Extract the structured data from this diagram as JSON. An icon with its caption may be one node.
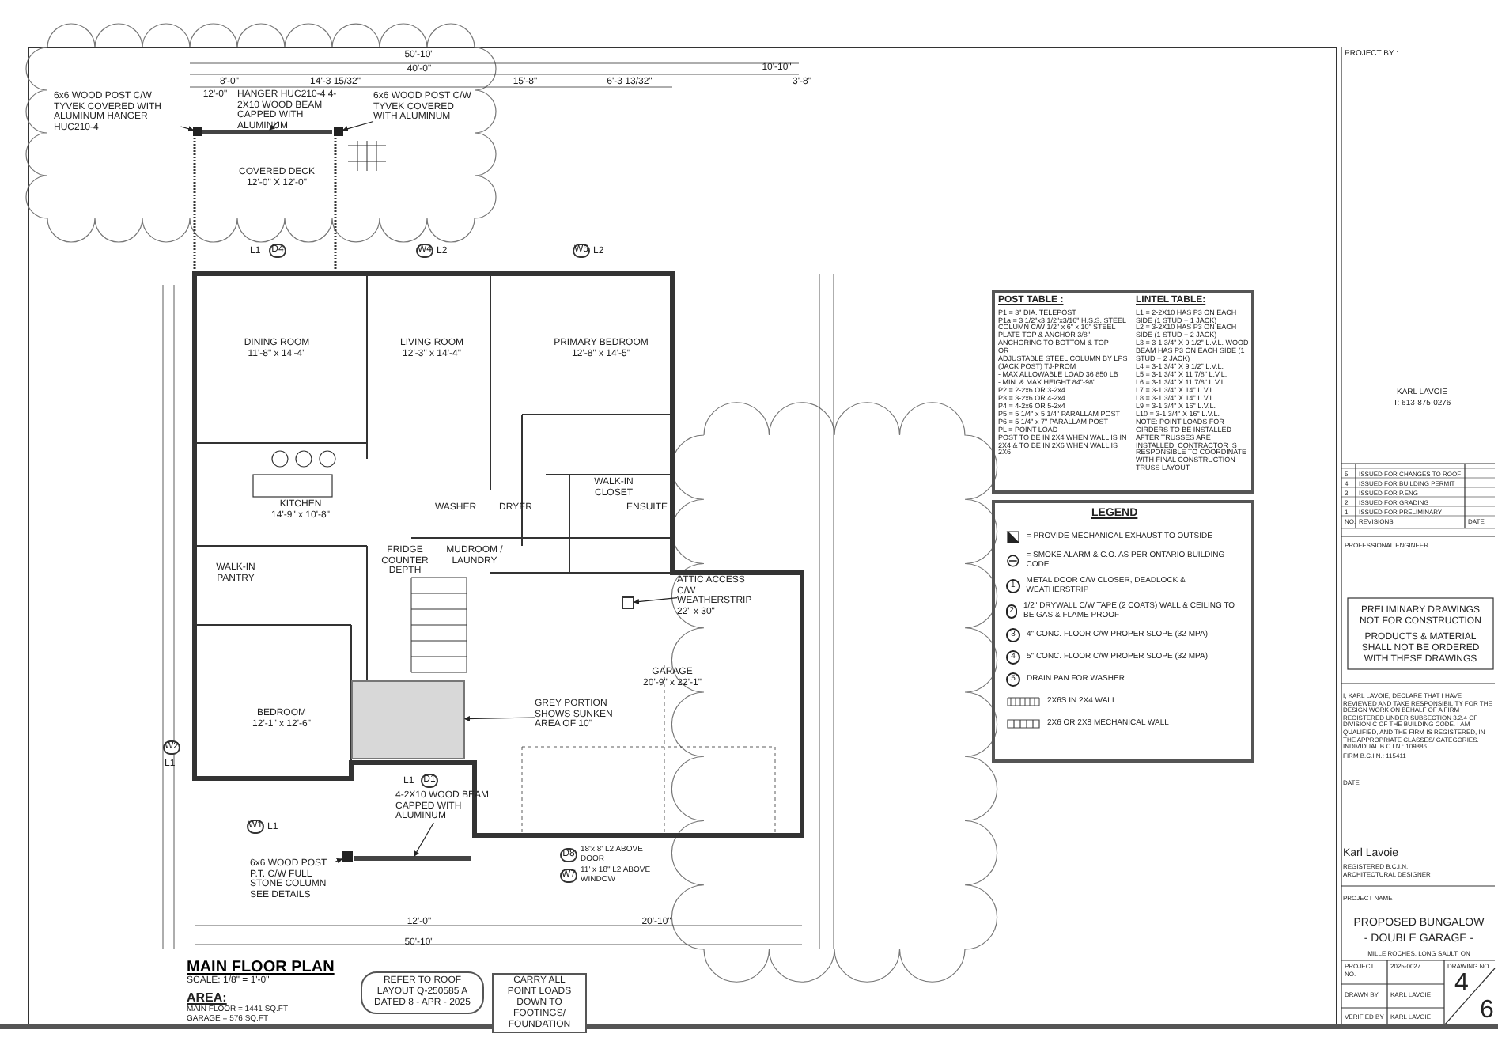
{
  "diagram": {
    "title": "MAIN FLOOR PLAN",
    "nodes": [
      {
        "text": [
          "6x6 WOOD POST C/W TYVEK COVERED WITH ALUMINUM HANGER HUC210-4"
        ]
      },
      {
        "text": [
          "HANGER HUC210-4 4-2X10 WOOD BEAM CAPPED WITH ALUMINUM"
        ]
      },
      {
        "text": [
          "6x6 WOOD POST C/W TYVEK COVERED WITH ALUMINUM"
        ]
      },
      {
        "text": [],
        "shape": "box"
      },
      {
        "text": [],
        "shape": "bar"
      },
      {
        "text": [],
        "shape": "box"
      },
      {
        "text": [
          "COVERED DECK",
          "12'-0\" X 12'-0\""
        ]
      },
      {
        "text": [
          "DINING ROOM",
          "11'-8\" x 14'-4\""
        ]
      },
      {
        "text": [
          "LIVING ROOM",
          "12'-3\" x 14'-4\""
        ]
      },
      {
        "text": [
          "PRIMARY BEDROOM",
          "12'-8\" x 14'-5\""
        ]
      },
      {
        "text": [
          "KITCHEN",
          "14'-9\" x 10'-8\""
        ]
      },
      {
        "text": [
          "WALK-IN CLOSET"
        ]
      },
      {
        "text": [
          "WALK-IN PANTRY"
        ]
      },
      {
        "text": [
          "FRIDGE COUNTER DEPTH"
        ]
      },
      {
        "text": [
          "WASHER"
        ]
      },
      {
        "text": [
          "DRYER"
        ]
      },
      {
        "text": [
          "MUDROOM / LAUNDRY"
        ]
      },
      {
        "text": [
          "ENSUITE"
        ]
      },
      {
        "text": [
          "ATTIC ACCESS C/W WEATHERSTRIP 22\" x 30\""
        ]
      },
      {
        "text": [],
        "shape": "box"
      },
      {
        "text": [
          "BEDROOM",
          "12'-1\" x 12'-6\""
        ]
      },
      {
        "text": [
          "GREY PORTION SHOWS SUNKEN AREA OF 10\""
        ]
      },
      {
        "text": [],
        "shape": "box"
      },
      {
        "text": [
          "GARAGE",
          "20'-9\" x 22'-1\""
        ]
      },
      {
        "text": [
          "4-2X10 WOOD BEAM CAPPED WITH ALUMINUM"
        ]
      },
      {
        "text": [],
        "shape": "bar"
      },
      {
        "text": [
          "6x6 WOOD POST P.T. C/W FULL STONE COLUMN SEE DETAILS"
        ]
      },
      {
        "text": [],
        "shape": "box"
      }
    ],
    "edges": [
      {
        "from": 0,
        "to": 3,
        "arrow": "to"
      },
      {
        "from": 1,
        "to": 4,
        "arrow": "to"
      },
      {
        "from": 2,
        "to": 5,
        "arrow": "to"
      },
      {
        "from": 18,
        "to": 19,
        "arrow": "to"
      },
      {
        "from": 21,
        "to": 22,
        "arrow": "to"
      },
      {
        "from": 24,
        "to": 25,
        "arrow": "to"
      },
      {
        "from": 26,
        "to": 27,
        "arrow": "to"
      }
    ],
    "labels": [
      "50'-10\"",
      "40'-0\"",
      "8'-0\"",
      "14'-3 15/32\"",
      "15'-8\"",
      "6'-3 13/32\"",
      "12'-0\"",
      "10'-10\"",
      "3'-8\"",
      "L1",
      "D4",
      "W4",
      "L2",
      "W5",
      "L2",
      "W2",
      "L1",
      "W1",
      "L1",
      "L1",
      "D1",
      "D8",
      "18'x 8' L2 ABOVE DOOR",
      "W7",
      "11' x 18\" L2 ABOVE WINDOW",
      "50'-10\"",
      "12'-0\"",
      "20'-10\"",
      "SCALE: 1/8\" = 1'-0\"",
      "AREA:",
      "MAIN FLOOR = 1441 SQ.FT",
      "GARAGE = 576 SQ.FT",
      "REFER TO ROOF LAYOUT Q-250585 A DATED 8 - APR - 2025",
      "CARRY ALL POINT LOADS DOWN TO FOOTINGS/ FOUNDATION",
      "POST TABLE :",
      "P1 = 3\" DIA. TELEPOST",
      "P1a = 3 1/2\"x3 1/2\"x3/16\" H.S.S. STEEL COLUMN C/W 1/2\" x 6\" x 10\" STEEL PLATE TOP & ANCHOR 3/8\" ANCHORING TO BOTTOM & TOP",
      "OR",
      "ADJUSTABLE STEEL COLUMN BY LPS (JACK POST) TJ-PROM",
      "- MAX ALLOWABLE LOAD 36 850 LB",
      "- MIN. & MAX HEIGHT 84\"-98\"",
      "P2 = 2-2x6 OR 3-2x4",
      "P3 = 3-2x6 OR 4-2x4",
      "P4 = 4-2x6 OR 5-2x4",
      "P5 = 5 1/4\" x 5 1/4\" PARALLAM POST",
      "P6 = 5 1/4\" x 7\" PARALLAM POST",
      "PL = POINT LOAD",
      "POST TO BE IN 2X4 WHEN WALL IS IN 2X4 & TO BE IN 2X6 WHEN WALL IS 2X6",
      "LINTEL TABLE:",
      "L1 = 2-2X10 HAS P3 ON EACH SIDE (1 STUD + 1 JACK)",
      "L2 = 3-2X10 HAS P3 ON EACH SIDE (1 STUD + 2 JACK)",
      "L3 = 3-1 3/4\" X 9 1/2\" L.V.L. WOOD BEAM HAS P3 ON EACH SIDE (1 STUD + 2 JACK)",
      "L4 = 3-1 3/4\" X 9 1/2\" L.V.L.",
      "L5 = 3-1 3/4\" X 11 7/8\" L.V.L.",
      "L6 = 3-1 3/4\" X 11 7/8\" L.V.L.",
      "L7 = 3-1 3/4\" X 14\" L.V.L.",
      "L8 = 3-1 3/4\" X 14\" L.V.L.",
      "L9 = 3-1 3/4\" X 16\" L.V.L.",
      "L10 = 3-1 3/4\" X 16\" L.V.L.",
      "NOTE: POINT LOADS FOR GIRDERS TO BE INSTALLED AFTER TRUSSES ARE INSTALLED. CONTRACTOR IS RESPONSIBLE TO COORDINATE WITH FINAL CONSTRUCTION TRUSS LAYOUT",
      "LEGEND",
      "PROJECT BY :",
      "KARL LAVOIE",
      "T: 613-875-0276",
      "5",
      "ISSUED FOR CHANGES TO ROOF",
      "4",
      "ISSUED FOR BUILDING PERMIT",
      "3",
      "ISSUED FOR P.ENG",
      "2",
      "ISSUED FOR GRADING",
      "1",
      "ISSUED FOR PRELIMINARY",
      "NO.",
      "REVISIONS",
      "DATE",
      "PROFESSIONAL ENGINEER",
      "PRELIMINARY DRAWINGS NOT FOR CONSTRUCTION",
      "PRODUCTS & MATERIAL SHALL NOT BE ORDERED WITH THESE DRAWINGS",
      "I, KARL LAVOIE, DECLARE THAT I HAVE REVIEWED AND TAKE RESPONSIBILITY FOR THE DESIGN WORK ON BEHALF OF A FIRM REGISTERED UNDER SUBSECTION 3.2.4 OF DIVISION C OF THE BUILDING CODE. I AM QUALIFIED, AND THE FIRM IS REGISTERED, IN THE APPROPRIATE CLASSES/ CATEGORIES.",
      "INDIVIDUAL B.C.I.N.: 109886",
      "FIRM B.C.I.N.: 115411",
      "DATE",
      "Karl Lavoie",
      "REGISTERED B.C.I.N.",
      "ARCHITECTURAL DESIGNER",
      "PROJECT NAME",
      "PROPOSED BUNGALOW",
      "- DOUBLE GARAGE -",
      "MILLE ROCHES, LONG SAULT, ON",
      "PROJECT NO.",
      "2025-0027",
      "DRAWING NO.",
      "DRAWN BY",
      "KARL LAVOIE",
      "VERIFIED BY",
      "KARL LAVOIE",
      "4",
      "6",
      "1",
      "2",
      "3",
      "4",
      "5"
    ],
    "legend": [
      {
        "text": "= PROVIDE MECHANICAL EXHAUST TO OUTSIDE"
      },
      {
        "text": "= SMOKE ALARM & C.O. AS PER ONTARIO BUILDING CODE"
      },
      {
        "text": "METAL DOOR C/W CLOSER, DEADLOCK & WEATHERSTRIP"
      },
      {
        "text": "1/2\" DRYWALL C/W TAPE (2 COATS) WALL & CEILING TO BE GAS & FLAME PROOF"
      },
      {
        "text": "4\" CONC. FLOOR C/W PROPER SLOPE (32 MPA)"
      },
      {
        "text": "5\" CONC. FLOOR C/W PROPER SLOPE (32 MPA)"
      },
      {
        "text": "DRAIN PAN FOR WASHER"
      },
      {
        "text": "2X6S IN 2X4 WALL"
      },
      {
        "text": "2X6 OR 2X8 MECHANICAL WALL"
      }
    ]
  }
}
